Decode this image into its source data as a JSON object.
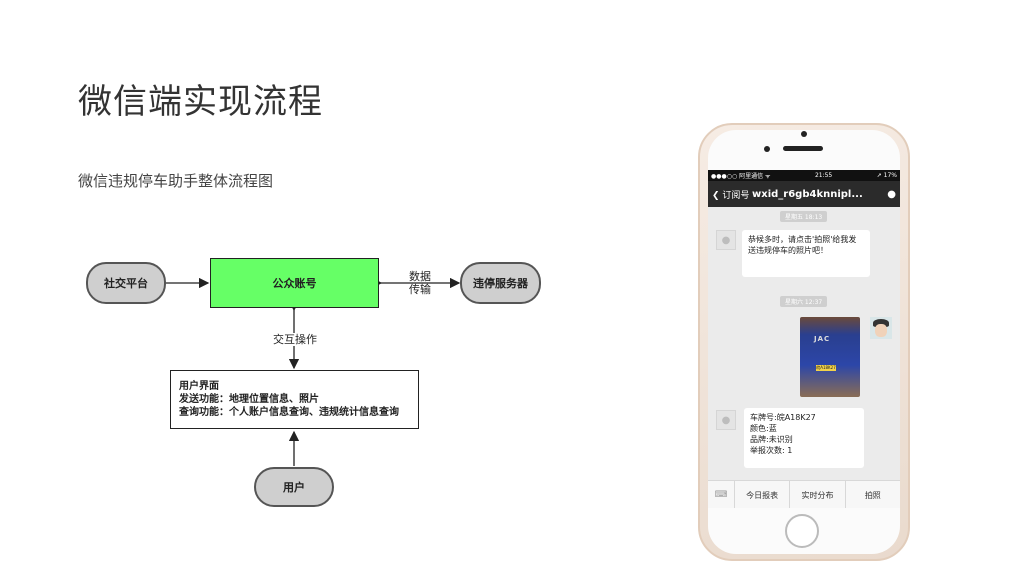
{
  "title": "微信端实现流程",
  "subtitle": "微信违规停车助手整体流程图",
  "flow": {
    "social_platform": "社交平台",
    "public_account": "公众账号",
    "violation_server": "违停服务器",
    "user": "用户",
    "ui_box": {
      "line1": "用户界面",
      "line2": "发送功能：地理位置信息、照片",
      "line3": "查询功能：个人账户信息查询、违规统计信息查询"
    },
    "edge_data_line1": "数据",
    "edge_data_line2": "传输",
    "edge_interaction": "交互操作"
  },
  "phone": {
    "status_left": "●●●○○ 阿里通信 ᯤ",
    "status_time": "21:55",
    "status_right": "➚ 17%",
    "nav_back": "订阅号",
    "nav_title": "wxid_r6gb4knnipl...",
    "time1": "星期五 18:13",
    "msg1": "恭候多时，请点击'拍照'给我发送违规停车的照片吧！",
    "time2": "星期六 12:37",
    "photo_logo": "JAC",
    "photo_plate": "皖A18K27",
    "msg3_line1": "车牌号:皖A18K27",
    "msg3_line2": "颜色:蓝",
    "msg3_line3": "品牌:未识别",
    "msg3_line4": "举报次数: 1",
    "menu": [
      "今日报表",
      "实时分布",
      "拍照"
    ]
  }
}
